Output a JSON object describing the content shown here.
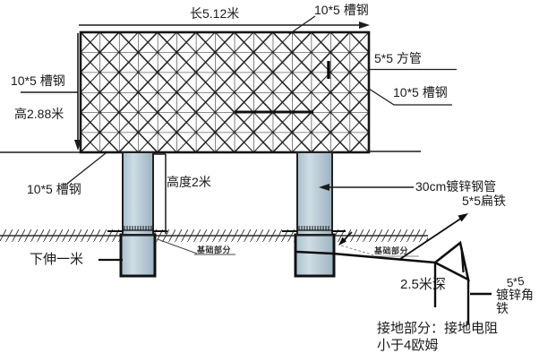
{
  "diagram": {
    "kind": "billboard-structure-engineering-drawing",
    "background": "#ffffff",
    "line_color": "#1c1c1c",
    "column_fill_light": "#cfdde5",
    "column_fill_mid": "#b4c9d5",
    "column_fill_dark": "#9cb2c0"
  },
  "labels": {
    "length_dim": "长5.12米",
    "channel_top": "10*5 槽钢",
    "channel_left": "10*5 槽钢",
    "height_dim": "高2.88米",
    "channel_bottom_left": "10*5 槽钢",
    "square_tube": "5*5 方管",
    "channel_right": "10*5 槽钢",
    "column_height": "高度2米",
    "galvanized_pipe": "30cm镀锌钢管",
    "flat_iron": "5*5扁铁",
    "foundation_left": "基础部分",
    "foundation_right": "基础部分",
    "down_extension": "下伸一米",
    "ground_depth": "2.5米深",
    "angle_iron_size": "5*5",
    "angle_iron_name_1": "镀锌角",
    "angle_iron_name_2": "铁",
    "grounding_note_1": "接地部分：接地电阻",
    "grounding_note_2": "小于4欧姆"
  }
}
